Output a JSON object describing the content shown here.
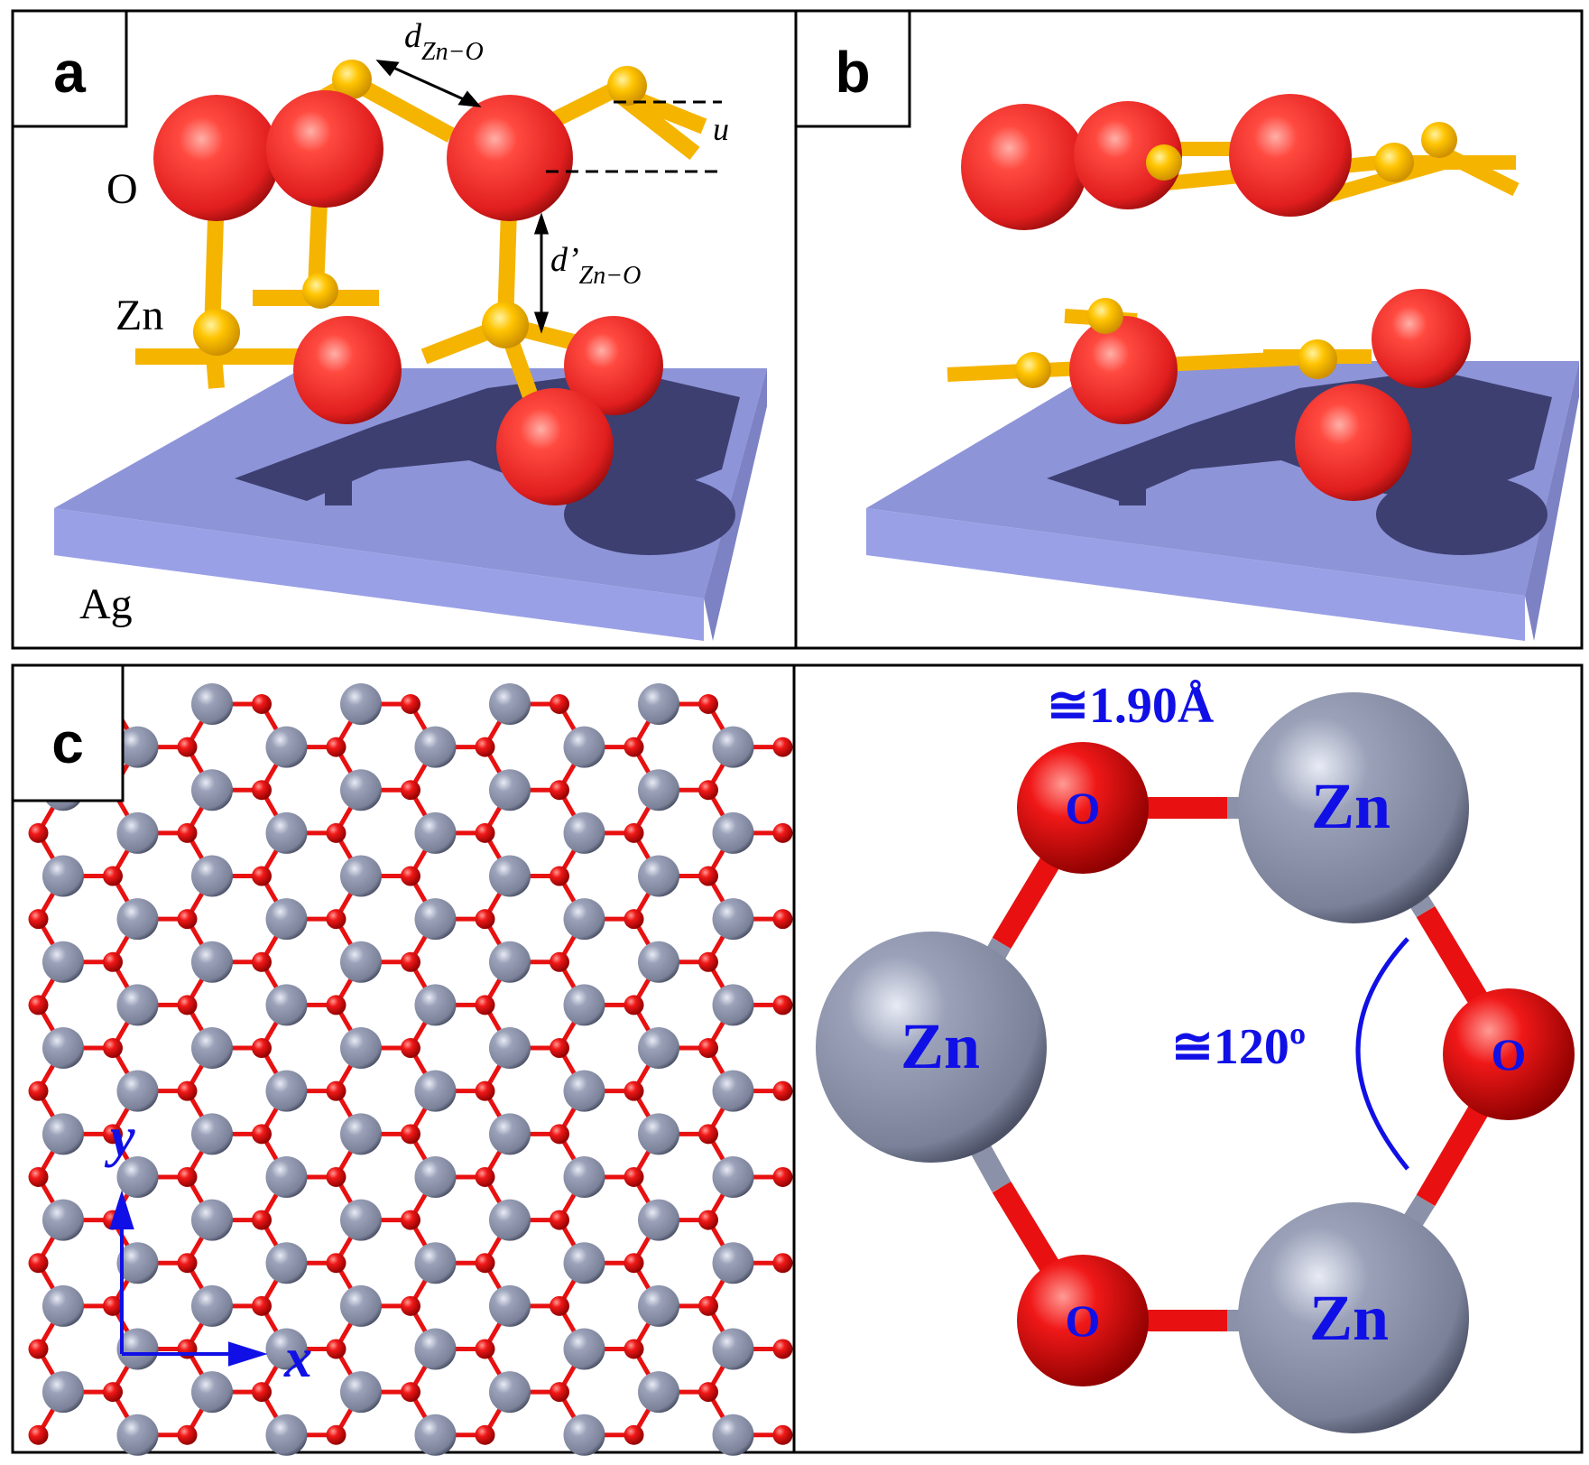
{
  "panels": {
    "a": {
      "label": "a",
      "atom_o": "O",
      "atom_zn": "Zn",
      "substrate": "Ag",
      "d_main": "d",
      "d_sub": "Zn−O",
      "dp_main": "d’",
      "dp_sub": "Zn−O",
      "u": "u"
    },
    "b": {
      "label": "b"
    },
    "c": {
      "label": "c",
      "axis_x": "x",
      "axis_y": "y",
      "bond_length": "≅1.90Å",
      "angle": "≅120º",
      "zn": "Zn",
      "o": "O"
    }
  },
  "colors": {
    "oxygen_red": "#e8262a",
    "zinc_yellow": "#f5b400",
    "zinc_grey": "#8a91a8",
    "substrate": "#8e94d8",
    "shadow": "#3c3f70",
    "annotation_blue": "#1010e6",
    "bond_red": "#e81010"
  }
}
